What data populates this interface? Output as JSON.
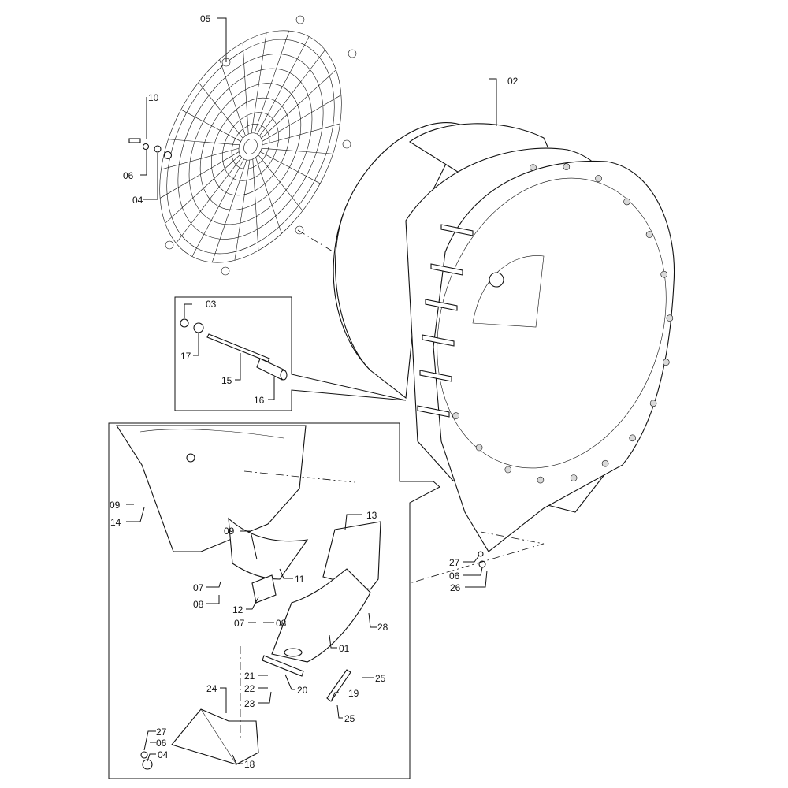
{
  "parts": [
    {
      "id": "p05",
      "label": "05",
      "name": "fan guard grille"
    },
    {
      "id": "p02",
      "label": "02",
      "name": "fan housing"
    },
    {
      "id": "p10",
      "label": "10"
    },
    {
      "id": "p06a",
      "label": "06"
    },
    {
      "id": "p04a",
      "label": "04"
    },
    {
      "id": "p03",
      "label": "03"
    },
    {
      "id": "p17",
      "label": "17"
    },
    {
      "id": "p15",
      "label": "15"
    },
    {
      "id": "p16",
      "label": "16"
    },
    {
      "id": "p09a",
      "label": "09"
    },
    {
      "id": "p14",
      "label": "14"
    },
    {
      "id": "p09b",
      "label": "09"
    },
    {
      "id": "p13",
      "label": "13"
    },
    {
      "id": "p07a",
      "label": "07"
    },
    {
      "id": "p08a",
      "label": "08"
    },
    {
      "id": "p11",
      "label": "11"
    },
    {
      "id": "p12",
      "label": "12"
    },
    {
      "id": "p07b",
      "label": "07"
    },
    {
      "id": "p08b",
      "label": "08"
    },
    {
      "id": "p28",
      "label": "28"
    },
    {
      "id": "p01",
      "label": "01"
    },
    {
      "id": "p27a",
      "label": "27"
    },
    {
      "id": "p06b",
      "label": "06"
    },
    {
      "id": "p26",
      "label": "26"
    },
    {
      "id": "p21",
      "label": "21"
    },
    {
      "id": "p22",
      "label": "22"
    },
    {
      "id": "p23",
      "label": "23"
    },
    {
      "id": "p20",
      "label": "20"
    },
    {
      "id": "p25a",
      "label": "25"
    },
    {
      "id": "p19",
      "label": "19"
    },
    {
      "id": "p25b",
      "label": "25"
    },
    {
      "id": "p24",
      "label": "24"
    },
    {
      "id": "p27b",
      "label": "27"
    },
    {
      "id": "p06c",
      "label": "06"
    },
    {
      "id": "p04b",
      "label": "04"
    },
    {
      "id": "p18",
      "label": "18"
    }
  ]
}
